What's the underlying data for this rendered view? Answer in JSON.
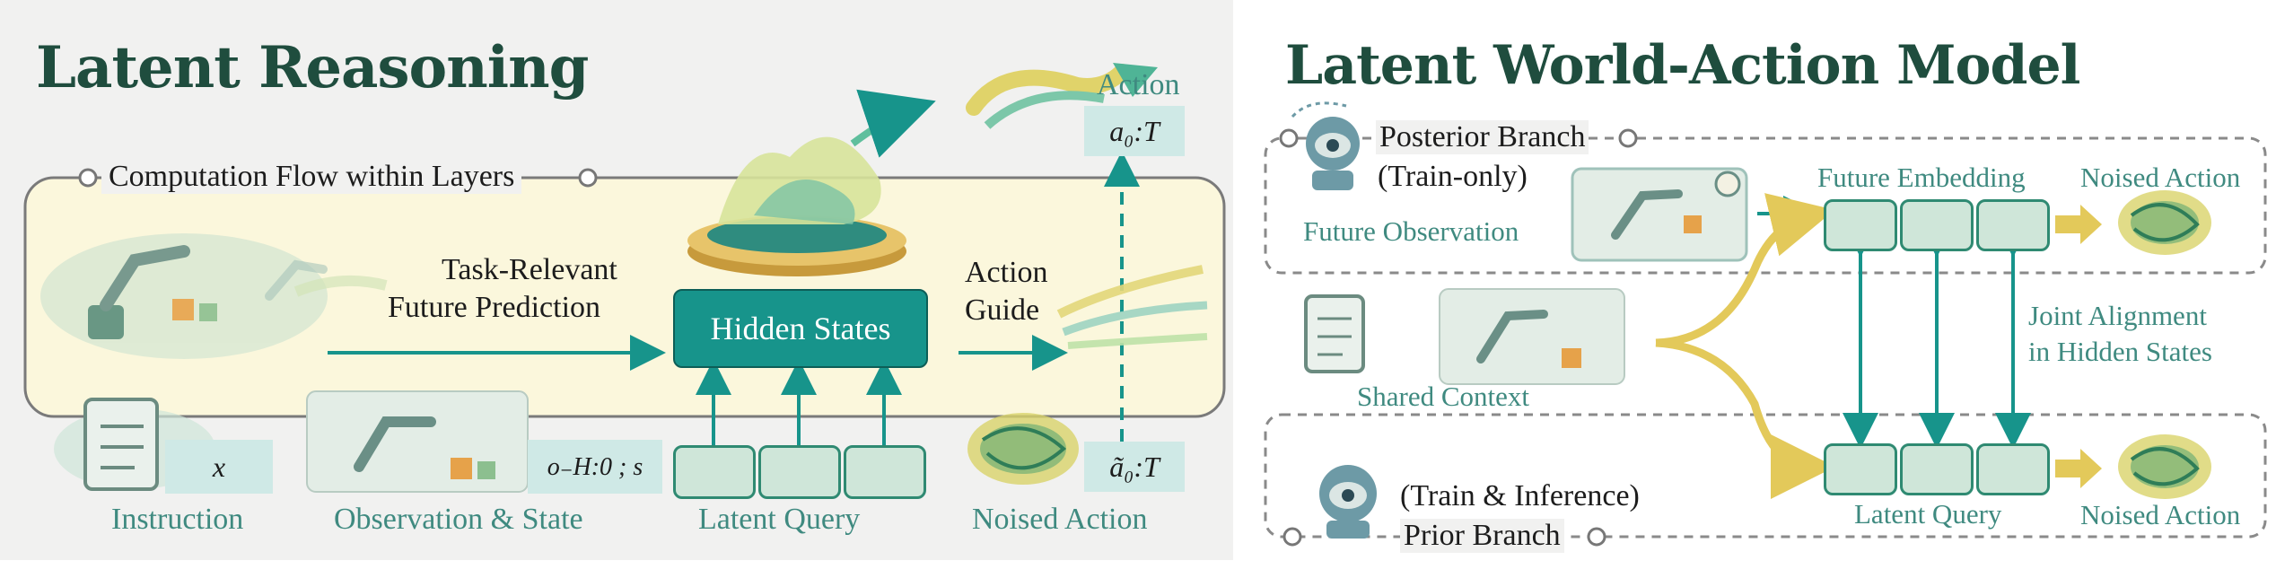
{
  "left": {
    "title": "Latent Reasoning",
    "flow_label": "Computation Flow within Layers",
    "future_line1": "Task-Relevant",
    "future_line2": "Future Prediction",
    "hidden_states": "Hidden States",
    "action_guide_line1": "Action",
    "action_guide_line2": "Guide",
    "action": "Action",
    "action_var": "a₀:T",
    "noised_var": "ã₀:T",
    "instruction_var": "x",
    "obs_var": "o₋H:0 ; s",
    "instruction": "Instruction",
    "observation": "Observation & State",
    "latent_query": "Latent Query",
    "noised_action": "Noised Action"
  },
  "right": {
    "title": "Latent World-Action Model",
    "posterior_line1": "Posterior Branch",
    "posterior_line2": "(Train-only)",
    "future_observation": "Future Observation",
    "future_embedding": "Future Embedding",
    "noised_action_top": "Noised Action",
    "joint_line1": "Joint Alignment",
    "joint_line2": "in Hidden States",
    "shared_context": "Shared Context",
    "prior_line1": "(Train & Inference)",
    "prior_line2": "Prior Branch",
    "latent_query": "Latent Query",
    "noised_action_bottom": "Noised Action"
  },
  "colors": {
    "teal": "#17948b",
    "dark_green": "#1f4d3e",
    "query_fill": "#cfe6d9",
    "flow_band": "#fbf7dc",
    "yellow_arrow": "#e3c95a"
  }
}
